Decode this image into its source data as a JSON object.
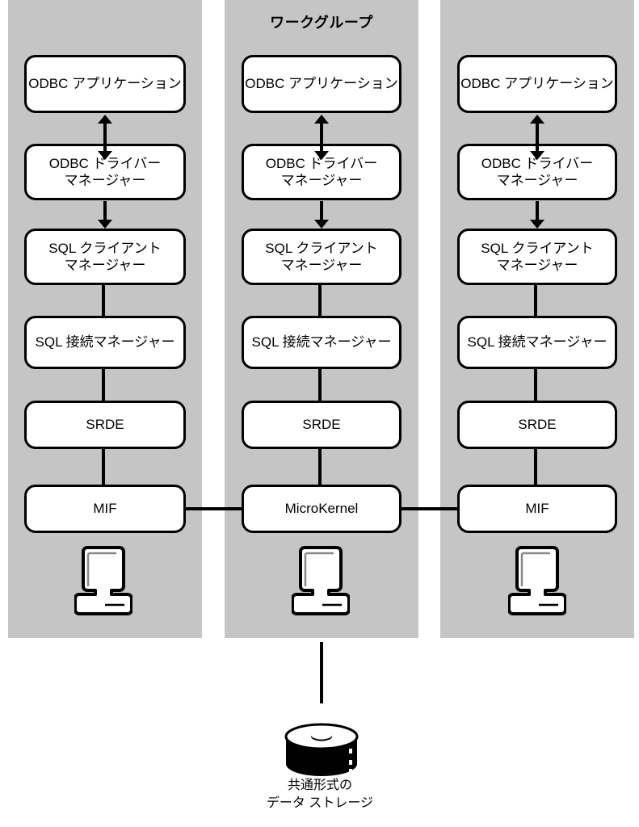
{
  "diagram": {
    "title": "ワークグループ",
    "background_color": "#ffffff",
    "panel_color": "#c5c5c5",
    "line_color": "#000000",
    "node_fill": "#ffffff"
  },
  "columns": [
    {
      "id": "left",
      "nodes": [
        {
          "label": "ODBC アプリケーション",
          "line2": ""
        },
        {
          "label": "ODBC ドライバー",
          "line2": "マネージャー"
        },
        {
          "label": "SQL クライアント",
          "line2": "マネージャー"
        },
        {
          "label": "SQL 接続マネージャー",
          "line2": ""
        },
        {
          "label": "SRDE",
          "line2": ""
        },
        {
          "label": "MIF",
          "line2": ""
        }
      ],
      "workstation": "workstation-icon"
    },
    {
      "id": "middle",
      "nodes": [
        {
          "label": "ODBC アプリケーション",
          "line2": ""
        },
        {
          "label": "ODBC ドライバー",
          "line2": "マネージャー"
        },
        {
          "label": "SQL クライアント",
          "line2": "マネージャー"
        },
        {
          "label": "SQL 接続マネージャー",
          "line2": ""
        },
        {
          "label": "SRDE",
          "line2": ""
        },
        {
          "label": "MicroKernel",
          "line2": ""
        }
      ],
      "workstation": "workstation-icon"
    },
    {
      "id": "right",
      "nodes": [
        {
          "label": "ODBC アプリケーション",
          "line2": ""
        },
        {
          "label": "ODBC ドライバー",
          "line2": "マネージャー"
        },
        {
          "label": "SQL クライアント",
          "line2": "マネージャー"
        },
        {
          "label": "SQL 接続マネージャー",
          "line2": ""
        },
        {
          "label": "SRDE",
          "line2": ""
        },
        {
          "label": "MIF",
          "line2": ""
        }
      ],
      "workstation": "workstation-icon"
    }
  ],
  "storage": {
    "icon": "database-stack-icon",
    "caption_line1": "共通形式の",
    "caption_line2": "データ ストレージ"
  }
}
